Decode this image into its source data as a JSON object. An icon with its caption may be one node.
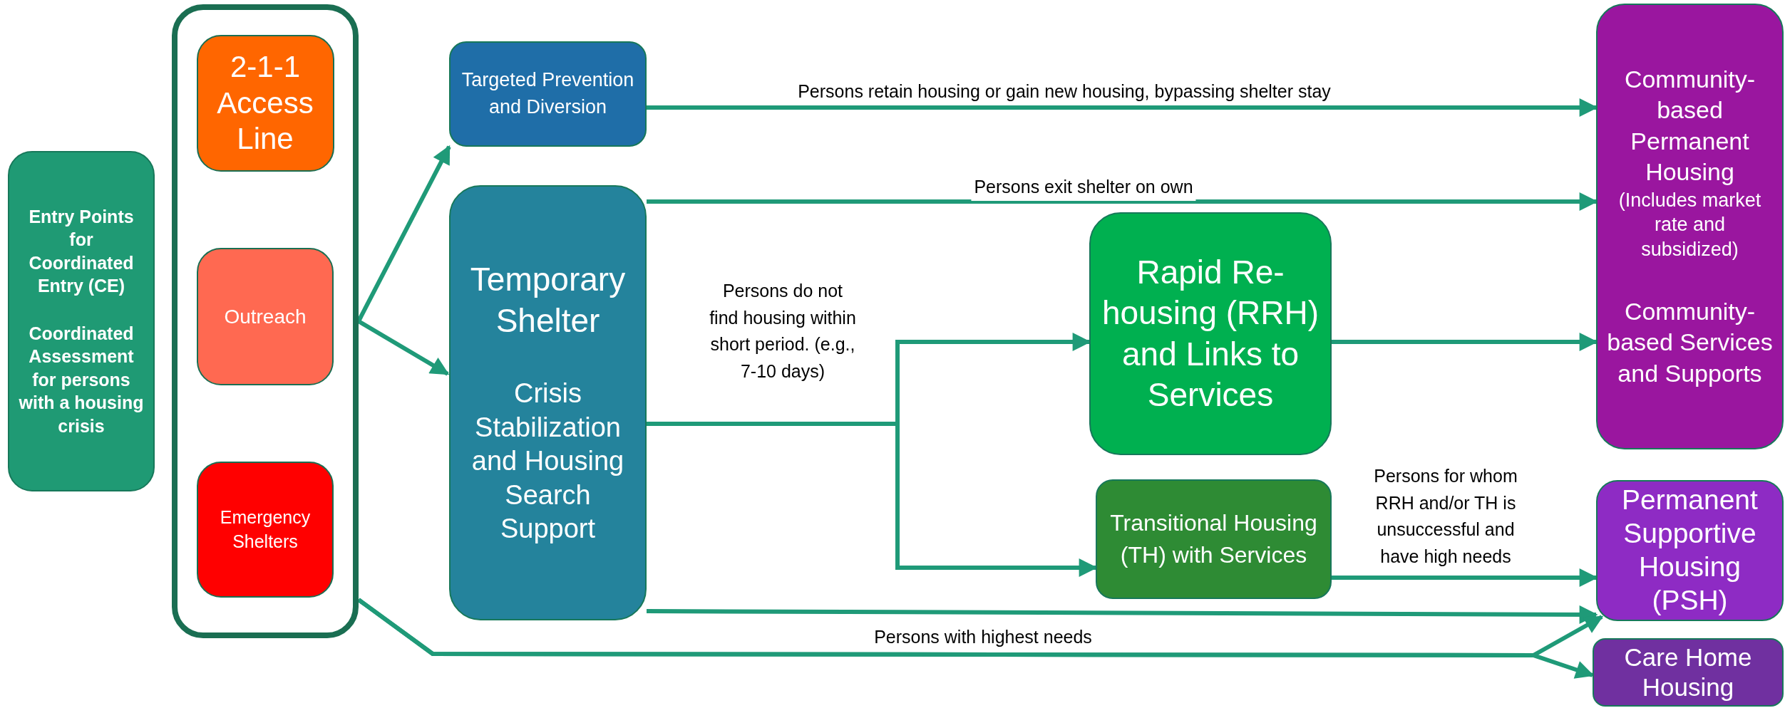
{
  "diagram": {
    "nodes": [
      {
        "text": [
          "Entry Points for Coordinated Entry (CE)",
          "Coordinated Assessment for persons with a housing crisis"
        ]
      },
      {
        "text": [],
        "shape": "box"
      },
      {
        "text": [
          "2-1-1 Access Line"
        ],
        "in": 1
      },
      {
        "text": [
          "Outreach"
        ],
        "in": 1
      },
      {
        "text": [
          "Emergency Shelters"
        ],
        "in": 1
      },
      {
        "text": [
          "Targeted Prevention and Diversion"
        ]
      },
      {
        "text": [
          "Temporary Shelter",
          "Crisis Stabilization and Housing Search Support"
        ]
      },
      {
        "text": [
          "Rapid Re-housing (RRH) and Links to Services"
        ]
      },
      {
        "text": [
          "Transitional Housing (TH) with Services"
        ]
      },
      {
        "text": [
          "Community-based Permanent Housing",
          "(Includes market rate and subsidized)",
          "Community-based Services and Supports"
        ]
      },
      {
        "text": [
          "Permanent Supportive Housing (PSH)"
        ]
      },
      {
        "text": [
          "Care Home Housing"
        ]
      }
    ],
    "edges": [
      {
        "from": 1,
        "to": 5,
        "arrow": "to"
      },
      {
        "from": 1,
        "to": 6,
        "arrow": "to"
      },
      {
        "from": 5,
        "to": 9,
        "arrow": "to",
        "label": "Persons retain housing or gain new housing, bypassing shelter stay"
      },
      {
        "from": 6,
        "to": 9,
        "arrow": "to",
        "label": "Persons exit shelter on own"
      },
      {
        "from": 6,
        "to": 7,
        "arrow": "to",
        "label": "Persons do not find housing within short period. (e.g., 7-10 days)"
      },
      {
        "from": 6,
        "to": 8,
        "arrow": "to"
      },
      {
        "from": 7,
        "to": 9,
        "arrow": "to"
      },
      {
        "from": 8,
        "to": 10,
        "arrow": "to",
        "label": "Persons for whom RRH and/or TH is unsuccessful and have high needs"
      },
      {
        "from": 6,
        "to": 10,
        "arrow": "to"
      },
      {
        "from": 1,
        "to": 10,
        "arrow": "to",
        "label": "Persons with highest needs"
      },
      {
        "from": 1,
        "to": 11,
        "arrow": "to"
      }
    ]
  }
}
